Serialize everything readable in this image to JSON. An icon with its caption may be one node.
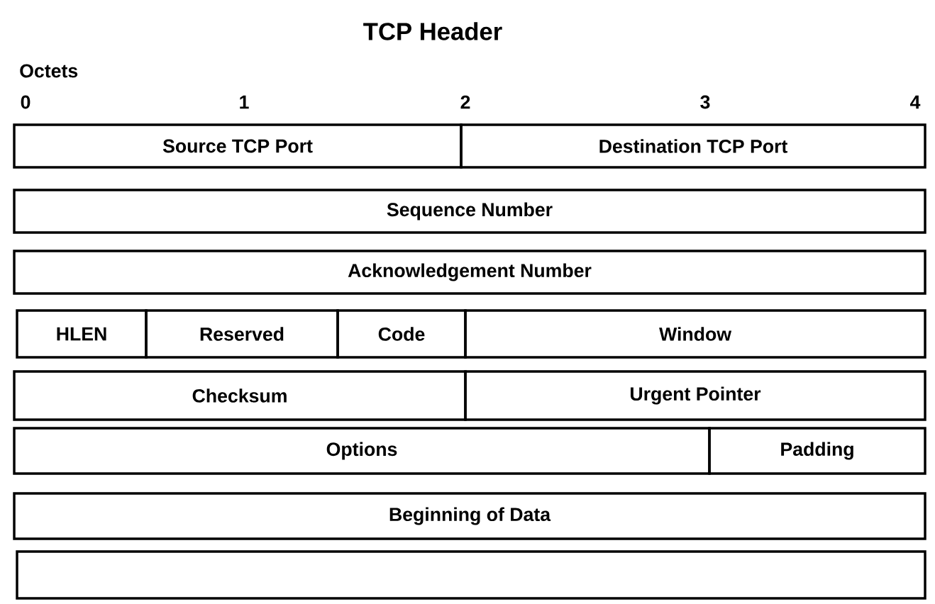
{
  "diagram": {
    "title": "TCP Header",
    "nodes": [
      {
        "text": [
          "Source TCP Port"
        ]
      },
      {
        "text": [
          "Destination TCP Port"
        ]
      },
      {
        "text": [
          "Sequence Number"
        ]
      },
      {
        "text": [
          "Acknowledgement Number"
        ]
      },
      {
        "text": [
          "HLEN"
        ]
      },
      {
        "text": [
          "Reserved"
        ]
      },
      {
        "text": [
          "Code"
        ]
      },
      {
        "text": [
          "Window"
        ]
      },
      {
        "text": [
          "Checksum"
        ]
      },
      {
        "text": [
          "Urgent Pointer"
        ]
      },
      {
        "text": [
          "Options"
        ]
      },
      {
        "text": [
          "Padding"
        ]
      },
      {
        "text": [
          "Beginning of Data"
        ]
      },
      {
        "text": [],
        "shape": "box"
      }
    ],
    "labels": [
      "Octets",
      "0",
      "1",
      "2",
      "3",
      "4"
    ]
  }
}
